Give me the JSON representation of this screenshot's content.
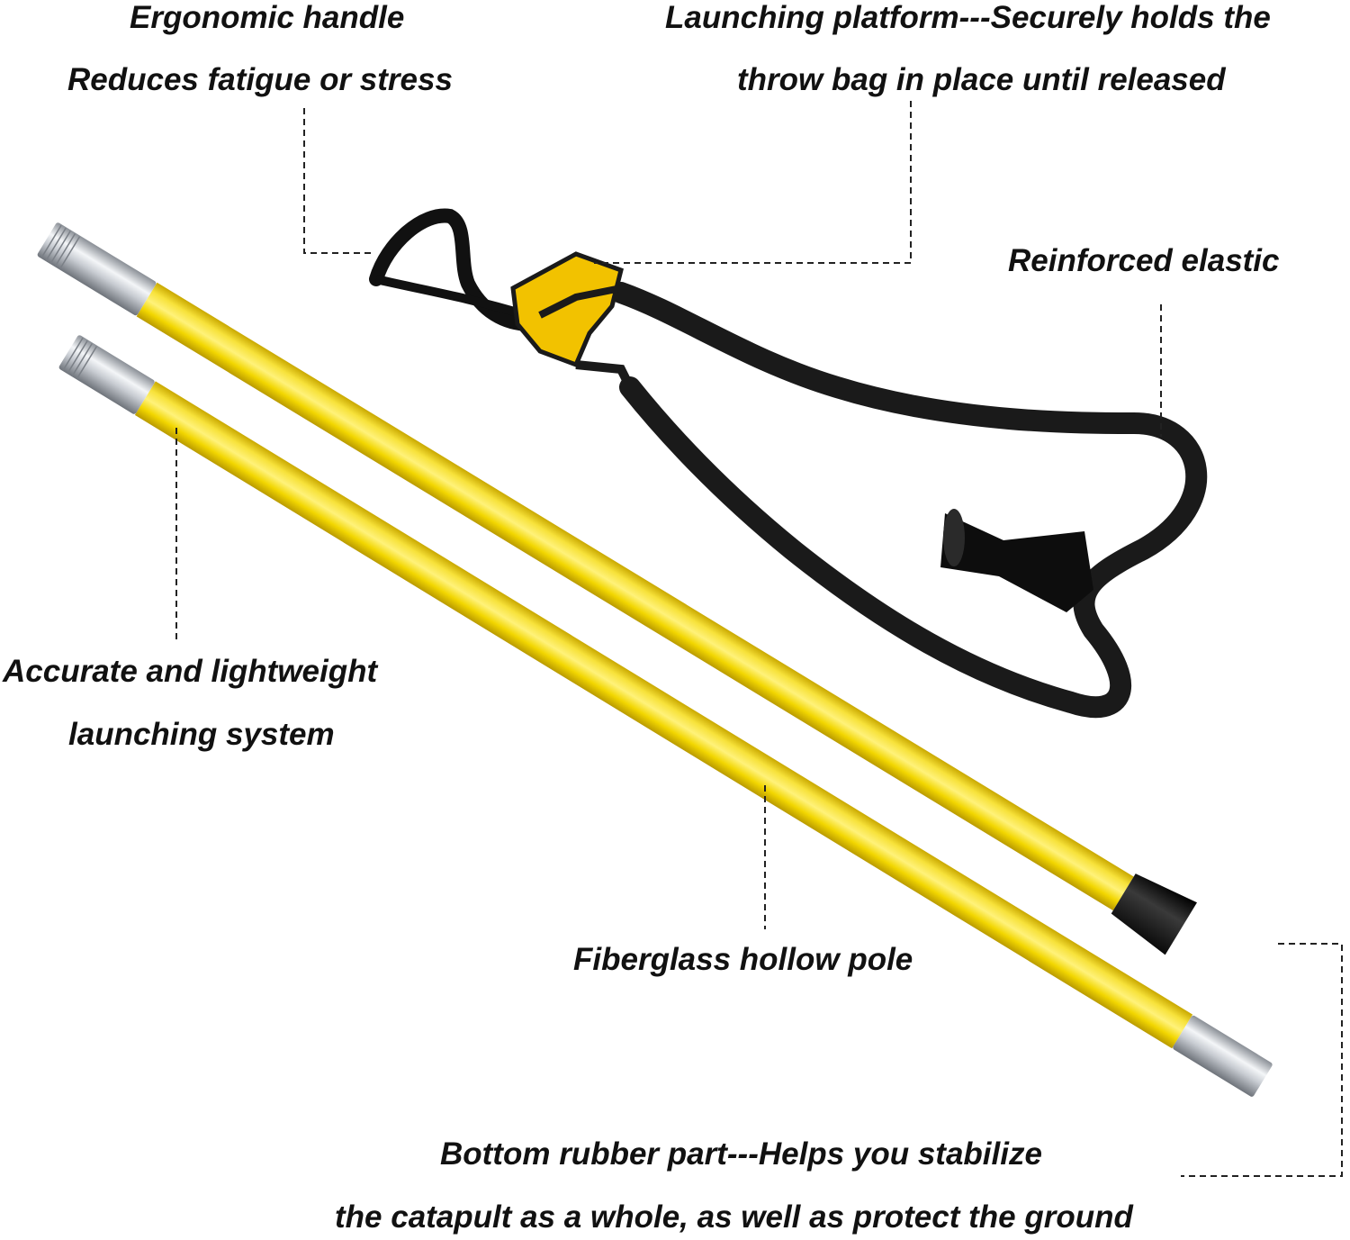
{
  "callouts": {
    "handle": {
      "line1": "Ergonomic handle",
      "line2": "Reduces fatigue or stress"
    },
    "platform": {
      "line1": "Launching platform---Securely holds the",
      "line2": "throw bag in place until released"
    },
    "elastic": {
      "line1": "Reinforced elastic"
    },
    "accurate": {
      "line1": "Accurate and lightweight",
      "line2": "launching system"
    },
    "pole": {
      "line1": "Fiberglass hollow pole"
    },
    "bottom": {
      "line1": "Bottom rubber part---Helps you stabilize",
      "line2": "the catapult as a whole, as well as protect the ground"
    }
  },
  "colors": {
    "pole_yellow": "#f2d600",
    "pole_highlight": "#fff27a",
    "pole_shadow": "#c9a800",
    "elastic_black": "#1a1a1a",
    "metal": "#c8ccd2"
  }
}
